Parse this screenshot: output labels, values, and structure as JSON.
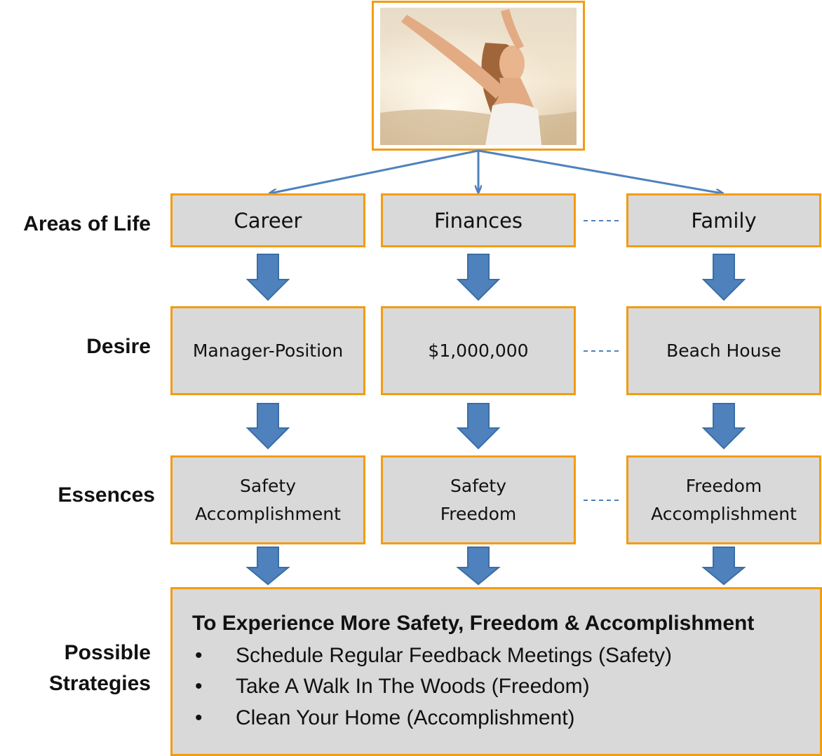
{
  "rows": {
    "areas": "Areas of Life",
    "desire": "Desire",
    "essences": "Essences",
    "strategies_line1": "Possible",
    "strategies_line2": "Strategies"
  },
  "columns": [
    {
      "area": "Career",
      "desire": "Manager-Position",
      "essences": [
        "Safety",
        "Accomplishment"
      ]
    },
    {
      "area": "Finances",
      "desire": "$1,000,000",
      "essences": [
        "Safety",
        "Freedom"
      ]
    },
    {
      "area": "Family",
      "desire": "Beach House",
      "essences": [
        "Freedom",
        "Accomplishment"
      ]
    }
  ],
  "strategies": {
    "title": "To Experience More Safety, Freedom & Accomplishment",
    "bullet": "•",
    "items": [
      "Schedule Regular Feedback Meetings (Safety)",
      "Take A Walk In The Woods (Freedom)",
      "Clean Your Home (Accomplishment)"
    ]
  },
  "colors": {
    "box_fill": "#d9d9d9",
    "box_border": "#f39c12",
    "arrow": "#4f81bd",
    "arrow_outline": "#3a6ea5"
  },
  "image": {
    "subject": "woman-with-raised-arms-photo"
  }
}
